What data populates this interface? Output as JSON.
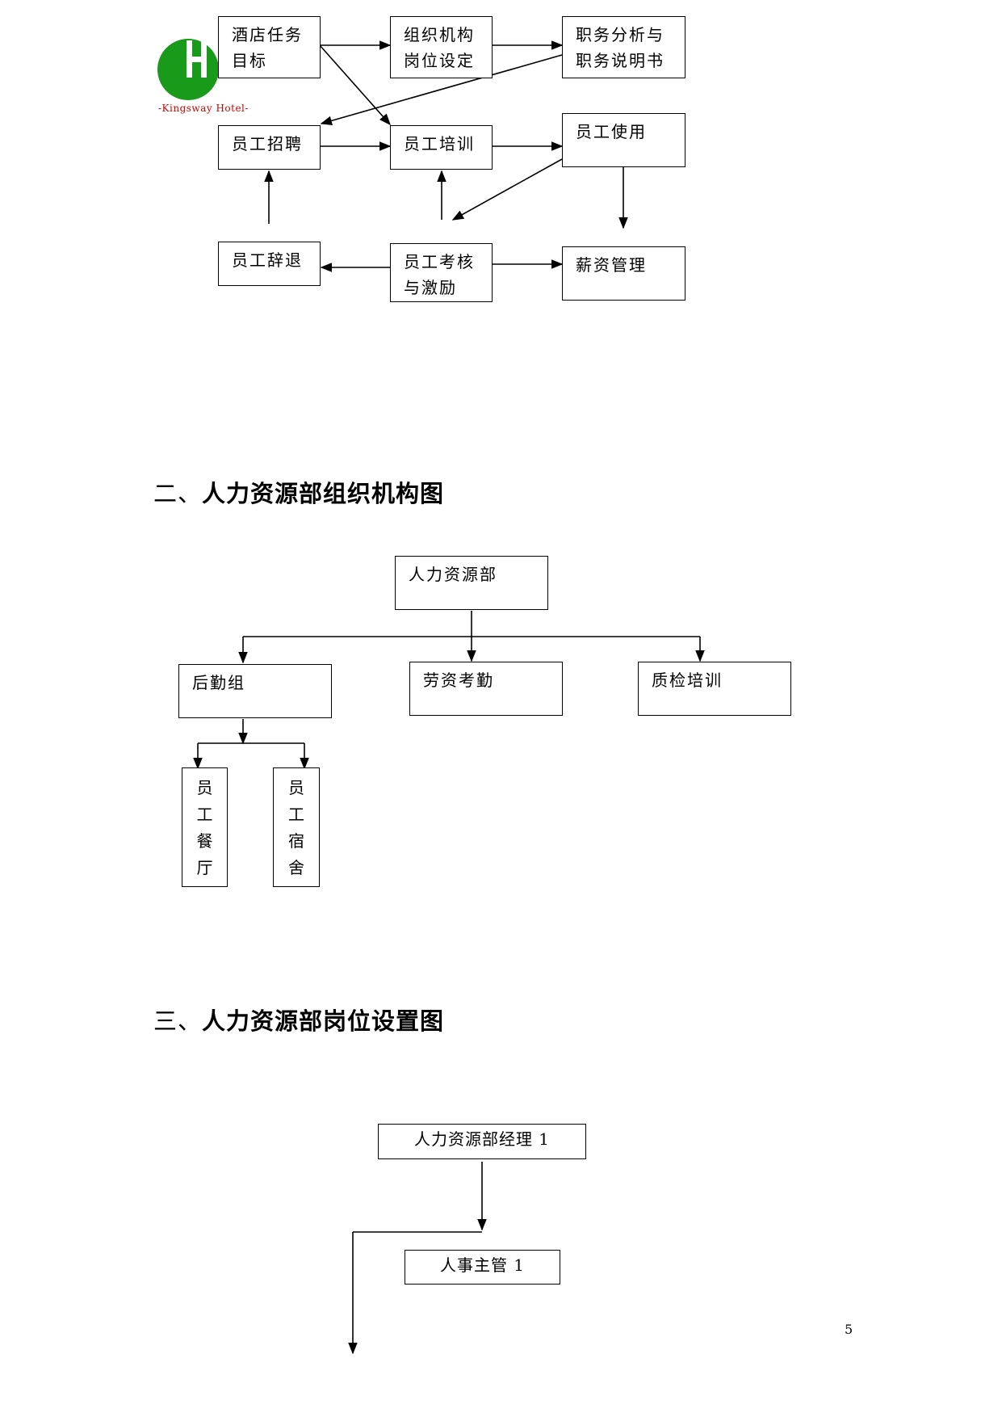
{
  "logo": {
    "text": "-Kingsway Hotel-",
    "color_green": "#1a9a1a",
    "color_red": "#d10000"
  },
  "flow": {
    "hotel_goal": [
      "酒店任务",
      "目标"
    ],
    "org_setup": [
      "组织机构",
      "岗位设定"
    ],
    "job_analysis": [
      "职务分析与",
      "职务说明书"
    ],
    "recruit": "员工招聘",
    "training": "员工培训",
    "usage": "员工使用",
    "resign": "员工辞退",
    "assess": [
      "员工考核",
      "与激励"
    ],
    "salary": "薪资管理"
  },
  "section2": {
    "heading_num": "二、",
    "heading_text": "人力资源部组织机构图",
    "root": "人力资源部",
    "logistics": "后勤组",
    "labor": "劳资考勤",
    "quality": "质检培训",
    "canteen": [
      "员",
      "工",
      "餐",
      "厅"
    ],
    "dorm": [
      "员",
      "工",
      "宿",
      "舍"
    ]
  },
  "section3": {
    "heading_num": "三、",
    "heading_text": "人力资源部岗位设置图",
    "manager": "人力资源部经理 1",
    "supervisor": "人事主管 1"
  },
  "page_number": "5"
}
